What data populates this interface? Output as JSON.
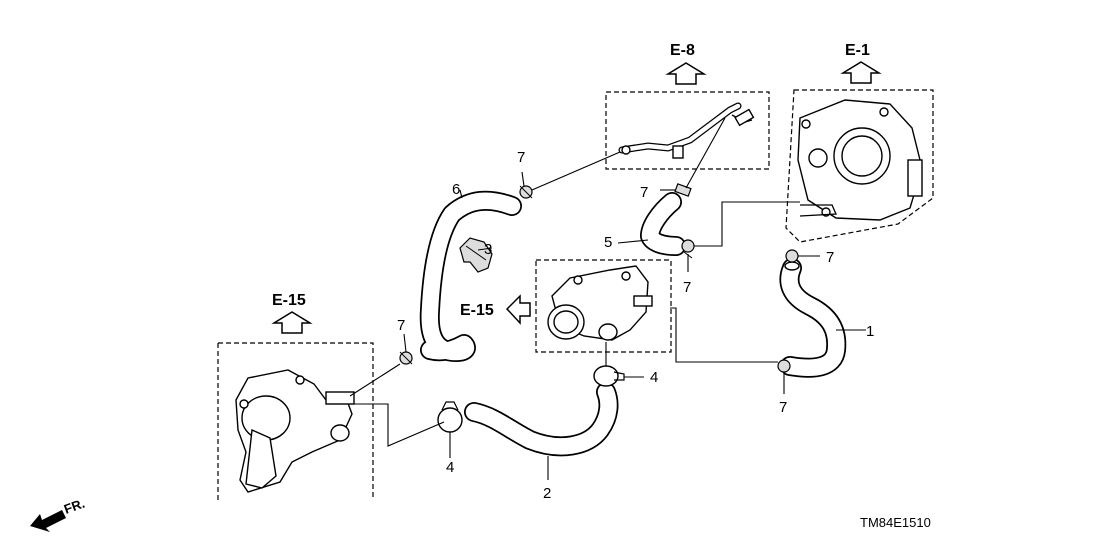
{
  "refs": {
    "e8_top": "E-8",
    "e1_top": "E-1",
    "e15_left": "E-15",
    "e15_mid": "E-15"
  },
  "callouts": {
    "hose_1": "1",
    "hose_2": "2",
    "holder_3": "3",
    "clamp_4_a": "4",
    "clamp_4_b": "4",
    "pipe_5": "5",
    "hose_6": "6",
    "clip_7_a": "7",
    "clip_7_b": "7",
    "clip_7_c": "7",
    "clip_7_d": "7",
    "clip_7_e": "7",
    "clip_7_f": "7"
  },
  "front_marker": "FR.",
  "diagram_code": "TM84E1510"
}
